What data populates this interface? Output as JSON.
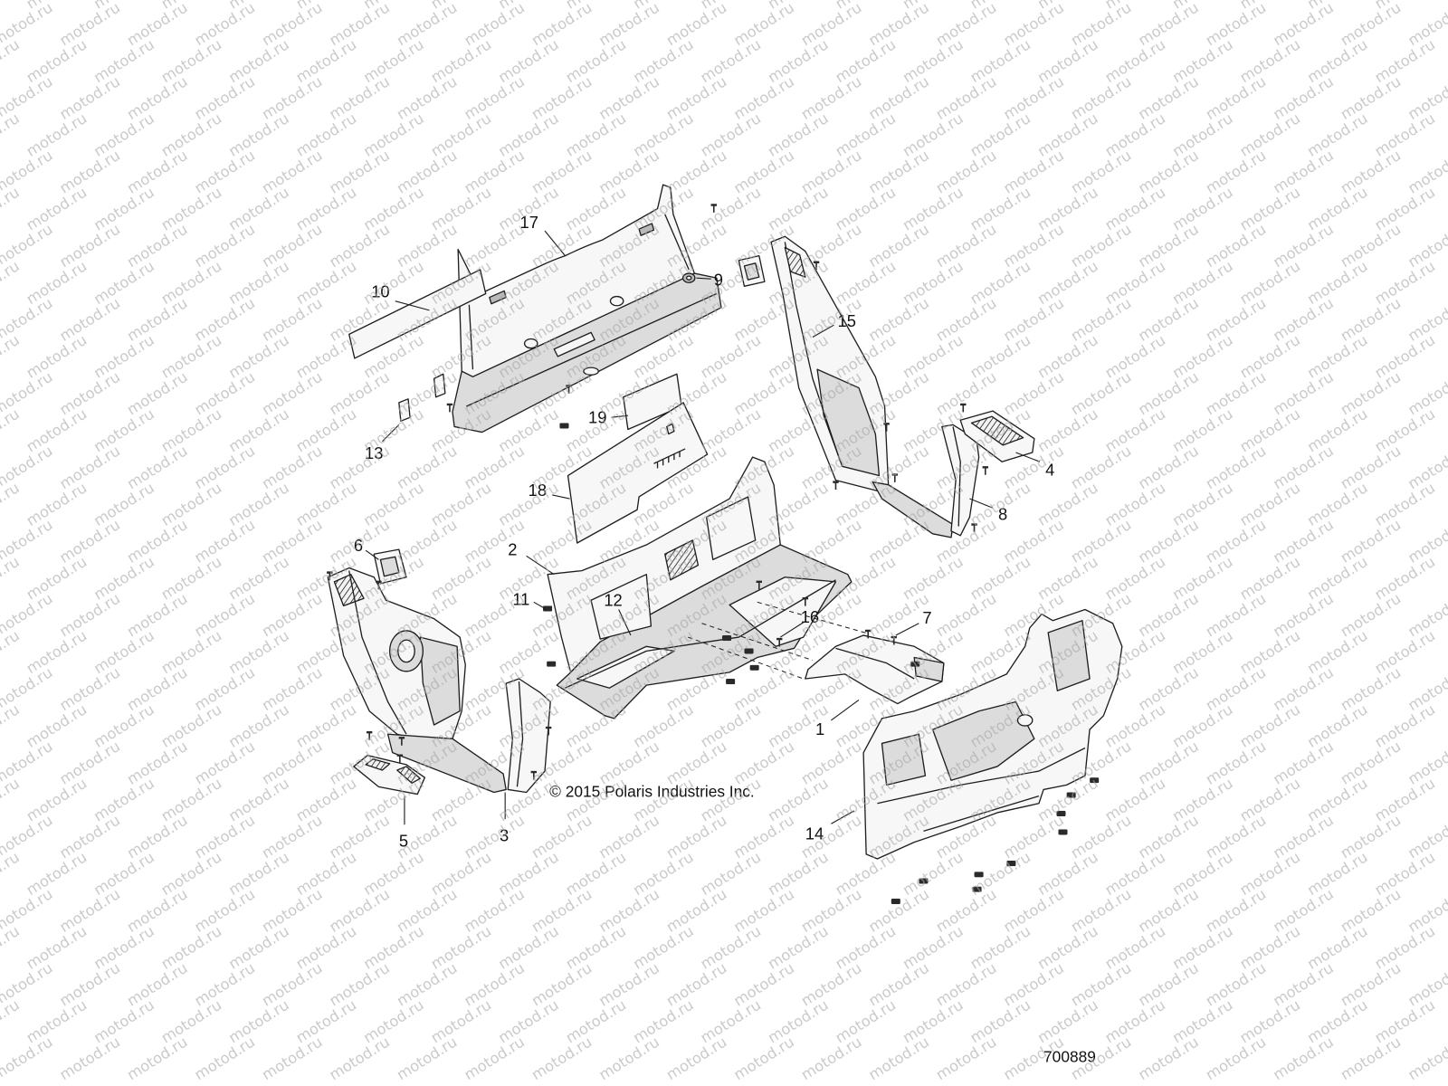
{
  "diagram": {
    "callouts": [
      "1",
      "2",
      "3",
      "4",
      "5",
      "6",
      "7",
      "8",
      "9",
      "10",
      "11",
      "12",
      "13",
      "14",
      "15",
      "16",
      "17",
      "18",
      "19"
    ],
    "copyright": "© 2015 Polaris Industries Inc.",
    "figure_number": "700889"
  },
  "watermark": "motod.ru",
  "colors": {
    "line": "#1e1e1e",
    "part_fill": "#f7f7f7",
    "shade": "#dcdcdc",
    "watermark": "#a8a8a8"
  }
}
